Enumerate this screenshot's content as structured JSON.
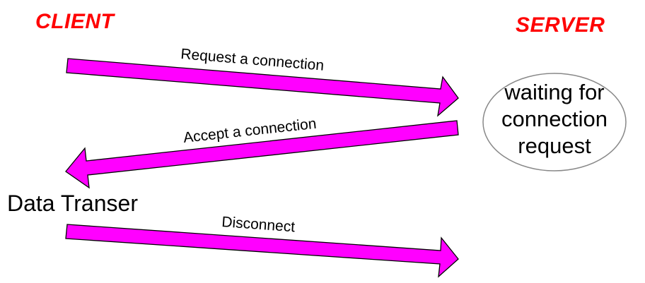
{
  "participants": {
    "client": "CLIENT",
    "server": "SERVER"
  },
  "colors": {
    "participant_label": "#ff0000",
    "arrow": "#ff00ff",
    "arrow_outline": "#000000",
    "state_border": "#888888"
  },
  "messages": [
    {
      "label": "Request a connection",
      "direction": "client-to-server"
    },
    {
      "label": "Accept a connection",
      "direction": "server-to-client"
    },
    {
      "label": "Disconnect",
      "direction": "client-to-server"
    }
  ],
  "server_state": {
    "lines": [
      "waiting for",
      "connection",
      "request"
    ]
  },
  "client_state": {
    "label": "Data Transer"
  }
}
